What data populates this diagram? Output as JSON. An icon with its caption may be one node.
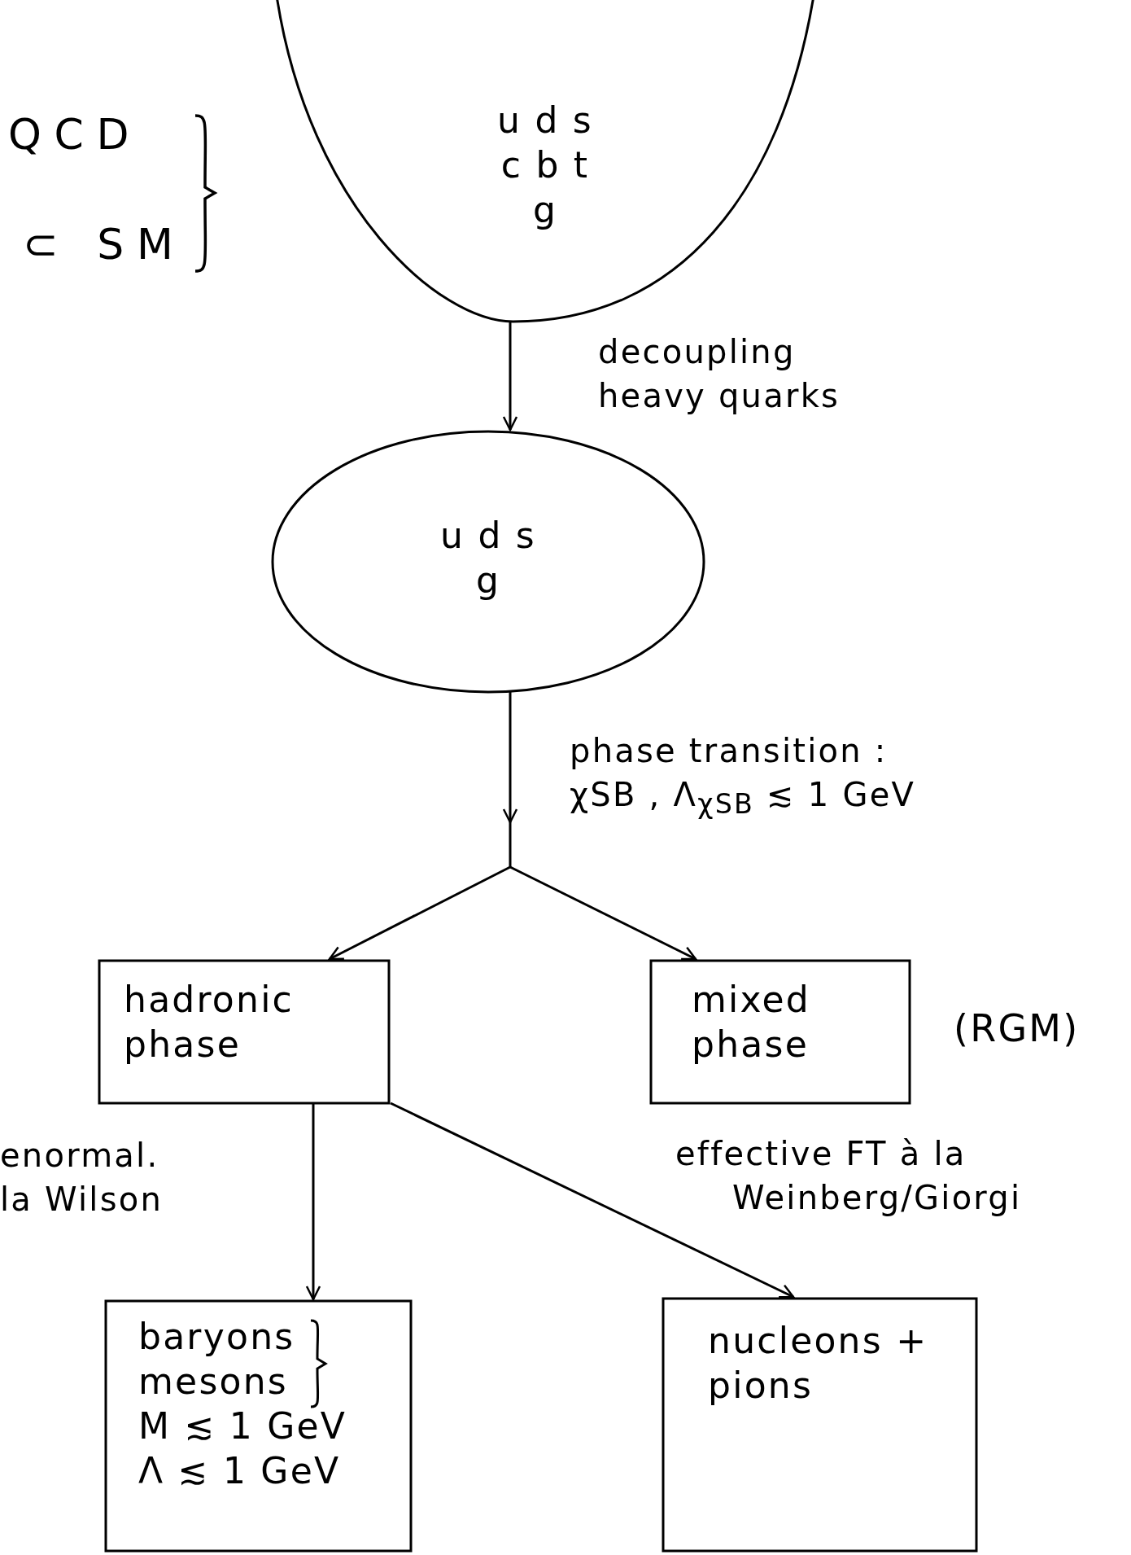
{
  "diagram": {
    "nodes": [
      {
        "text": [
          "u d s",
          "c b t",
          "g"
        ]
      },
      {
        "text": [
          "u d s",
          "g"
        ]
      },
      {
        "text": [
          "hadronic phase"
        ]
      },
      {
        "text": [
          "mixed phase"
        ],
        "beside": [
          "(RGM)"
        ]
      },
      {
        "text": [
          "baryons",
          "mesons",
          "M ≲ 1 GeV",
          "Λ ≲ 1 GeV"
        ]
      },
      {
        "text": [
          "nucleons + pions"
        ]
      }
    ],
    "edges": [
      {
        "from": 0,
        "to": 1,
        "arrow": "to",
        "label": "decoupling heavy quarks"
      },
      {
        "from": 1,
        "to": 2,
        "arrow": "to",
        "label": "phase transition : χSB , Λ$_{χSB}$ ≲ 1 GeV"
      },
      {
        "from": 1,
        "to": 3,
        "arrow": "to"
      },
      {
        "from": 2,
        "to": 4,
        "arrow": "to",
        "label": "enormal. la Wilson"
      },
      {
        "from": 2,
        "to": 5,
        "arrow": "to",
        "label": "effective FT à la Weinberg/Giorgi"
      }
    ],
    "labels": [
      "QCD",
      "⊂ SM"
    ]
  }
}
